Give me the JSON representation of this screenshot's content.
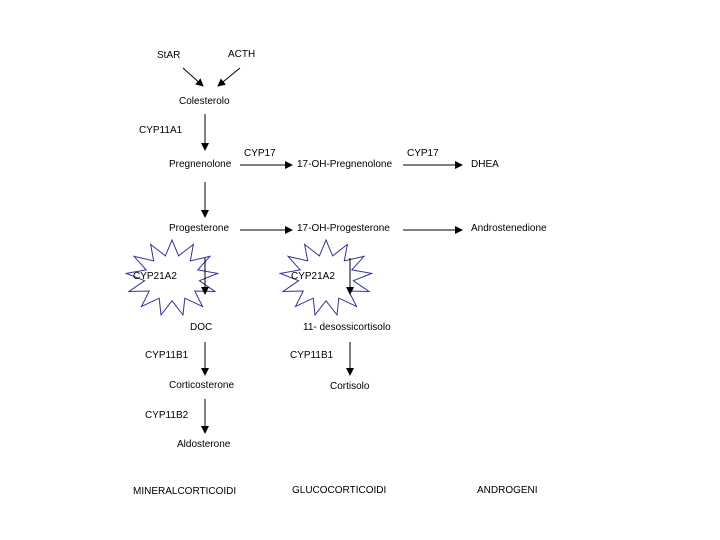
{
  "inputs": {
    "star": "StAR",
    "acth": "ACTH"
  },
  "molecules": {
    "colesterolo": "Colesterolo",
    "pregnenolone": "Pregnenolone",
    "oh_pregnenolone": "17-OH-Pregnenolone",
    "dhea": "DHEA",
    "progesterone": "Progesterone",
    "oh_progesterone": "17-OH-Progesterone",
    "androstenedione": "Androstenedione",
    "doc": "DOC",
    "desossicortisolo": "11- desossicortisolo",
    "corticosterone": "Corticosterone",
    "cortisolo": "Cortisolo",
    "aldosterone": "Aldosterone"
  },
  "enzymes": {
    "cyp11a1": "CYP11A1",
    "cyp17_a": "CYP17",
    "cyp17_b": "CYP17",
    "cyp21a2_left": "CYP21A2",
    "cyp21a2_right": "CYP21A2",
    "cyp11b1_left": "CYP11B1",
    "cyp11b1_right": "CYP11B1",
    "cyp11b2": "CYP11B2"
  },
  "categories": {
    "mineral": "MINERALCORTICOIDI",
    "gluco": "GLUCOCORTICOIDI",
    "andro": "ANDROGENI"
  },
  "colors": {
    "starburst": "#333399",
    "arrow": "#000000"
  }
}
